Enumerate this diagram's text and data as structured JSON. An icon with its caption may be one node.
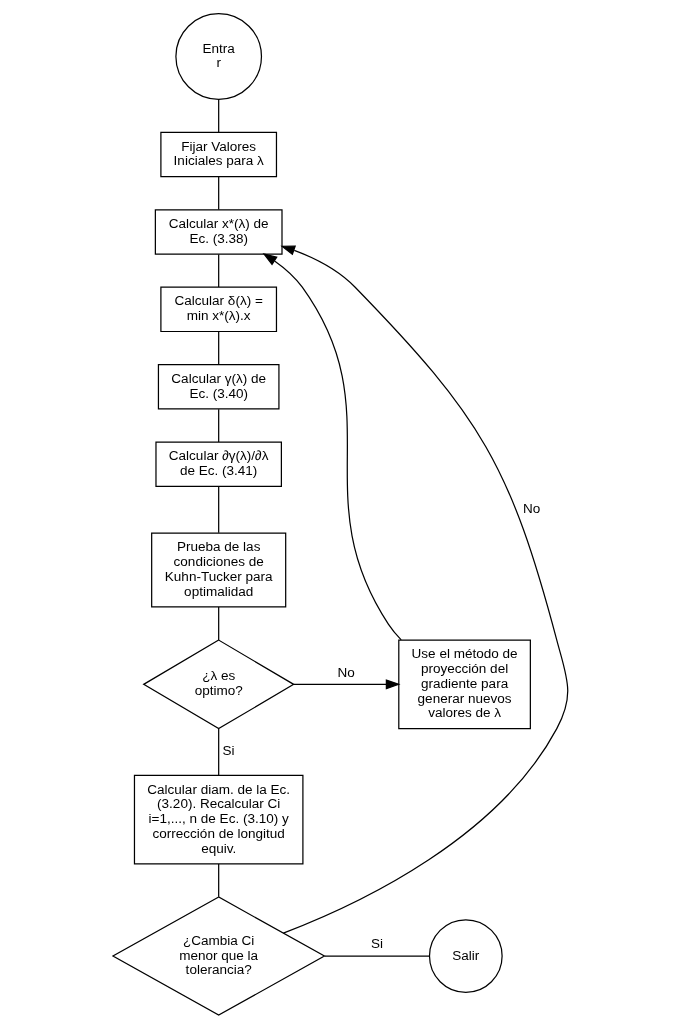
{
  "diagram": {
    "nodes": [
      {
        "text": [
          "Entra r"
        ]
      },
      {
        "text": [
          "Fijar Valores Iniciales para λ"
        ]
      },
      {
        "text": [
          "Calcular x*(λ) de Ec. (3.38)"
        ]
      },
      {
        "text": [
          "Calcular δ(λ) = min x*(λ).x"
        ]
      },
      {
        "text": [
          "Calcular γ(λ) de Ec. (3.40)"
        ]
      },
      {
        "text": [
          "Calcular ∂γ(λ)/∂λ de Ec. (3.41)"
        ]
      },
      {
        "text": [
          "Prueba de las condiciones de Kuhn-Tucker para optimalidad"
        ]
      },
      {
        "text": [
          "¿λ es optimo?"
        ]
      },
      {
        "text": [
          "Use el método de proyección del gradiente para generar nuevos valores de λ"
        ]
      },
      {
        "text": [
          "Calcular diam. de la Ec. (3.20). Recalcular Ci i=1,..., n de Ec. (3.10) y corrección de longitud equiv."
        ]
      },
      {
        "text": [
          "¿Cambia Ci menor que la tolerancia?"
        ]
      },
      {
        "text": [
          "Salir"
        ]
      }
    ],
    "edges": [
      {
        "from": 0,
        "to": 1,
        "arrow": "none"
      },
      {
        "from": 1,
        "to": 2,
        "arrow": "none"
      },
      {
        "from": 2,
        "to": 3,
        "arrow": "none"
      },
      {
        "from": 3,
        "to": 4,
        "arrow": "none"
      },
      {
        "from": 4,
        "to": 5,
        "arrow": "none"
      },
      {
        "from": 5,
        "to": 6,
        "arrow": "none"
      },
      {
        "from": 6,
        "to": 7,
        "arrow": "none"
      },
      {
        "from": 7,
        "to": 8,
        "arrow": "to",
        "label": "No"
      },
      {
        "from": 8,
        "to": 2,
        "arrow": "to"
      },
      {
        "from": 7,
        "to": 9,
        "arrow": "none",
        "label": "Si"
      },
      {
        "from": 9,
        "to": 10,
        "arrow": "none"
      },
      {
        "from": 10,
        "to": 11,
        "arrow": "none",
        "label": "Si"
      },
      {
        "from": 10,
        "to": 2,
        "arrow": "to",
        "label": "No"
      }
    ]
  }
}
